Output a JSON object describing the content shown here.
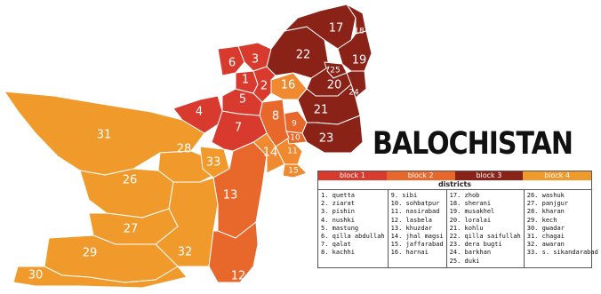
{
  "title": "BALOCHISTAN",
  "legend": {
    "blocks": [
      {
        "label": "block 1",
        "color": "#d83a2e"
      },
      {
        "label": "block 2",
        "color": "#e8672a"
      },
      {
        "label": "block 3",
        "color": "#8b2218"
      },
      {
        "label": "block 4",
        "color": "#f19a2c"
      }
    ],
    "subtitle": "districts",
    "columns": [
      [
        "1. quetta",
        "2. ziarat",
        "3. pishin",
        "4. nushki",
        "5. mastung",
        "6. qilla abdullah",
        "7. qalat",
        "8. kachhi"
      ],
      [
        "9. sibi",
        "10. sohbatpur",
        "11. nasirabad",
        "12. lasbela",
        "13. khuzdar",
        "14. jhal magsi",
        "15. jaffarabad",
        "16. harnai"
      ],
      [
        "17. zhob",
        "18. sherani",
        "19. musakhel",
        "20. loralai",
        "21. kohlu",
        "22. qilla saifullah",
        "23. dera bugti",
        "24. barkhan",
        "25. duki"
      ],
      [
        "26. washuk",
        "27. panjgur",
        "28. kharan",
        "29. kech",
        "30. gwadar",
        "31. chagai",
        "32. awaran",
        "33. s. sikandarabad"
      ]
    ]
  },
  "map_labels": [
    {
      "n": "1",
      "block": 1
    },
    {
      "n": "2",
      "block": 1
    },
    {
      "n": "3",
      "block": 1
    },
    {
      "n": "4",
      "block": 1
    },
    {
      "n": "5",
      "block": 1
    },
    {
      "n": "6",
      "block": 1
    },
    {
      "n": "7",
      "block": 1
    },
    {
      "n": "8",
      "block": 2
    },
    {
      "n": "9",
      "block": 2
    },
    {
      "n": "10",
      "block": 2
    },
    {
      "n": "11",
      "block": 2
    },
    {
      "n": "12",
      "block": 2
    },
    {
      "n": "13",
      "block": 2
    },
    {
      "n": "14",
      "block": 2
    },
    {
      "n": "15",
      "block": 2
    },
    {
      "n": "16",
      "block": 2
    },
    {
      "n": "17",
      "block": 3
    },
    {
      "n": "18",
      "block": 3
    },
    {
      "n": "19",
      "block": 3
    },
    {
      "n": "20",
      "block": 3
    },
    {
      "n": "21",
      "block": 3
    },
    {
      "n": "22",
      "block": 3
    },
    {
      "n": "23",
      "block": 3
    },
    {
      "n": "24",
      "block": 3
    },
    {
      "n": "25",
      "block": 3
    },
    {
      "n": "26",
      "block": 4
    },
    {
      "n": "27",
      "block": 4
    },
    {
      "n": "28",
      "block": 4
    },
    {
      "n": "29",
      "block": 4
    },
    {
      "n": "30",
      "block": 4
    },
    {
      "n": "31",
      "block": 4
    },
    {
      "n": "32",
      "block": 4
    },
    {
      "n": "33",
      "block": 4
    }
  ]
}
